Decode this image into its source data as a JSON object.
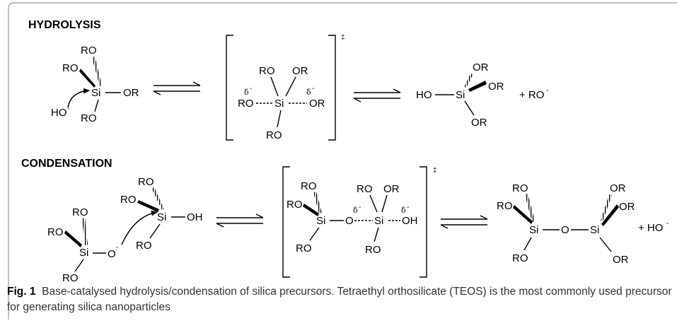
{
  "sections": {
    "hydrolysis": "HYDROLYSIS",
    "condensation": "CONDENSATION"
  },
  "atoms": {
    "si": "Si",
    "ro": "RO",
    "or": "OR",
    "o": "O",
    "oh": "OH",
    "ho": "HO",
    "plus_ro": "+ RO",
    "plus_ho": "+ HO",
    "minus": "-",
    "delta_minus": "δ",
    "dagger": "‡"
  },
  "caption": {
    "label": "Fig. 1",
    "text": "Base-catalysed hydrolysis/condensation of silica precursors. Tetraethyl orthosilicate (TEOS) is the most commonly used precursor for generating silica nanoparticles"
  }
}
